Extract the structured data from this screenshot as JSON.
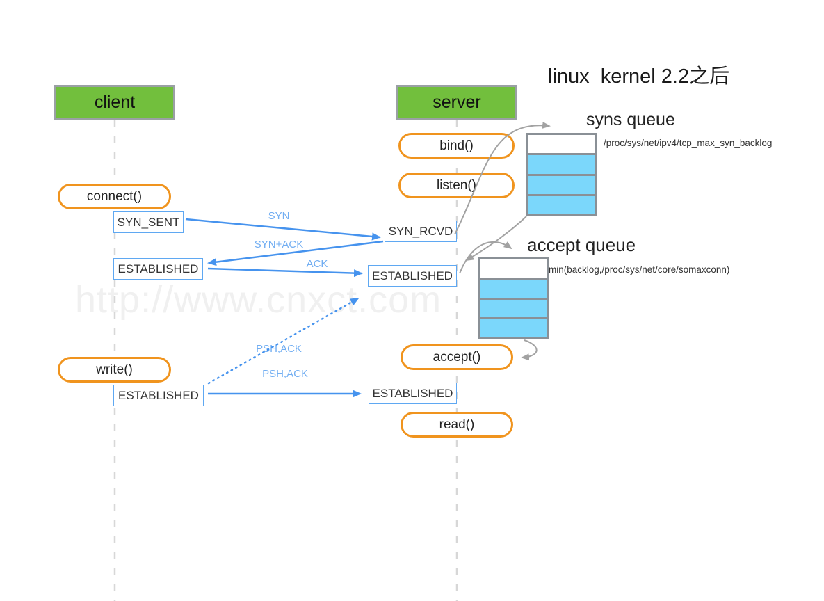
{
  "title": "linux  kernel 2.2之后",
  "watermark": "http://www.cnxct.com",
  "actors": {
    "client": "client",
    "server": "server"
  },
  "calls": {
    "connect": "connect()",
    "bind": "bind()",
    "listen": "listen()",
    "accept": "accept()",
    "write": "write()",
    "read": "read()"
  },
  "states": {
    "syn_sent": "SYN_SENT",
    "syn_rcvd": "SYN_RCVD",
    "established": "ESTABLISHED"
  },
  "messages": {
    "syn": "SYN",
    "syn_ack": "SYN+ACK",
    "ack": "ACK",
    "psh_ack": "PSH,ACK"
  },
  "queues": {
    "syns": {
      "label": "syns queue",
      "note": "/proc/sys/net/ipv4/tcp_max_syn_backlog",
      "cells": [
        "empty",
        "filled",
        "filled",
        "filled"
      ]
    },
    "accept": {
      "label": "accept queue",
      "note": "min(backlog,/proc/sys/net/core/somaxconn)",
      "cells": [
        "empty",
        "filled",
        "filled",
        "filled"
      ]
    }
  },
  "colors": {
    "actor_green": "#72bf3d",
    "call_orange": "#f0941e",
    "arrow_blue": "#4693ee",
    "message_label_blue": "#72aef2",
    "state_border_blue": "#5fa8f2",
    "queue_fill_blue": "#7bd7fb",
    "queue_border_gray": "#8a9096",
    "flow_arrow_gray": "#a2a2a2",
    "lifeline_gray": "#d7d7d7",
    "watermark_gray": "#f0f0f0"
  }
}
